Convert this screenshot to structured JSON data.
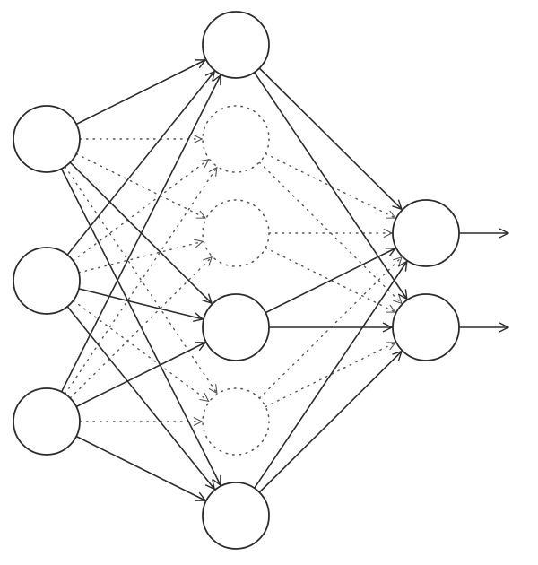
{
  "diagram": {
    "type": "neural-network-dropout",
    "colors": {
      "stroke": "#2b2b2b",
      "dropped_stroke": "#555555",
      "background": "#ffffff"
    },
    "layers": [
      {
        "name": "input",
        "nodes": [
          {
            "id": "i1",
            "active": true
          },
          {
            "id": "i2",
            "active": true
          },
          {
            "id": "i3",
            "active": true
          }
        ]
      },
      {
        "name": "hidden",
        "nodes": [
          {
            "id": "h1",
            "active": true
          },
          {
            "id": "h2",
            "active": false
          },
          {
            "id": "h3",
            "active": false
          },
          {
            "id": "h4",
            "active": true
          },
          {
            "id": "h5",
            "active": false
          },
          {
            "id": "h6",
            "active": true
          }
        ]
      },
      {
        "name": "output",
        "nodes": [
          {
            "id": "o1",
            "active": true
          },
          {
            "id": "o2",
            "active": true
          }
        ]
      }
    ],
    "output_arrows": [
      "o1",
      "o2"
    ]
  }
}
